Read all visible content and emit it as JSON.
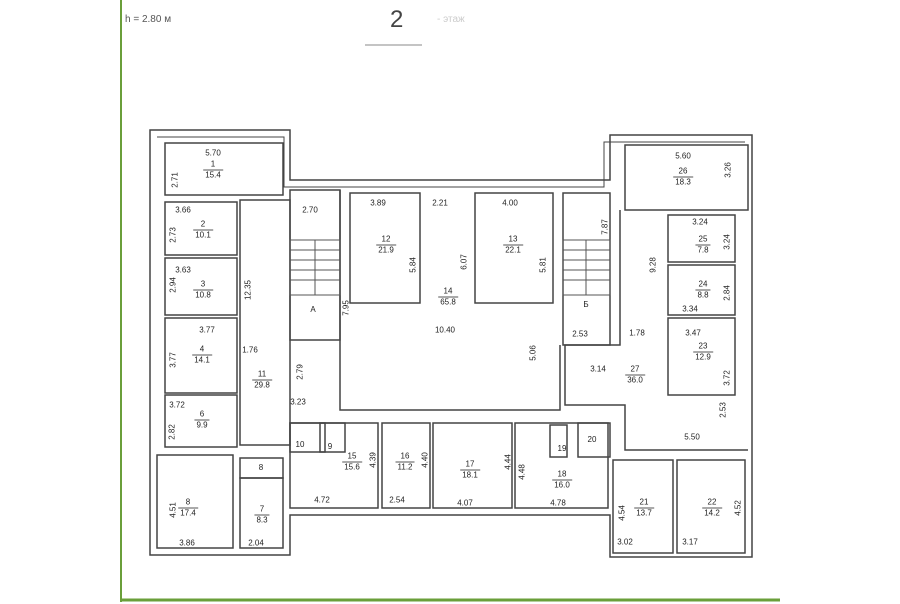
{
  "header": {
    "height_label": "h = 2.80 м",
    "floor_number": "2",
    "floor_word": "- этаж"
  },
  "rooms": [
    {
      "num": "1",
      "area": "15.4"
    },
    {
      "num": "2",
      "area": "10.1"
    },
    {
      "num": "3",
      "area": "10.8"
    },
    {
      "num": "4",
      "area": "14.1"
    },
    {
      "num": "6",
      "area": "9.9"
    },
    {
      "num": "11",
      "area": "29.8"
    },
    {
      "num": "8",
      "area": "17.4"
    },
    {
      "num": "7",
      "area": "8.3"
    },
    {
      "num": "8",
      "area": ""
    },
    {
      "num": "А",
      "area": ""
    },
    {
      "num": "12",
      "area": "21.9"
    },
    {
      "num": "13",
      "area": "22.1"
    },
    {
      "num": "14",
      "area": "65.8"
    },
    {
      "num": "Б",
      "area": ""
    },
    {
      "num": "10",
      "area": ""
    },
    {
      "num": "9",
      "area": ""
    },
    {
      "num": "15",
      "area": "15.6"
    },
    {
      "num": "16",
      "area": "11.2"
    },
    {
      "num": "17",
      "area": "18.1"
    },
    {
      "num": "18",
      "area": "16.0"
    },
    {
      "num": "19",
      "area": ""
    },
    {
      "num": "20",
      "area": ""
    },
    {
      "num": "26",
      "area": "18.3"
    },
    {
      "num": "25",
      "area": "7.8"
    },
    {
      "num": "24",
      "area": "8.8"
    },
    {
      "num": "23",
      "area": "12.9"
    },
    {
      "num": "27",
      "area": "36.0"
    },
    {
      "num": "21",
      "area": "13.7"
    },
    {
      "num": "22",
      "area": "14.2"
    }
  ],
  "dims": [
    "5.70",
    "2.71",
    "3.66",
    "2.73",
    "3.63",
    "2.94",
    "12.35",
    "3.77",
    "3.77",
    "1.76",
    "3.72",
    "2.82",
    "2.70",
    "7.95",
    "3.89",
    "5.84",
    "2.21",
    "6.07",
    "4.00",
    "5.81",
    "7.87",
    "10.40",
    "2.79",
    "3.23",
    "5.06",
    "2.53",
    "3.14",
    "1.78",
    "9.28",
    "5.60",
    "3.26",
    "3.24",
    "3.24",
    "2.84",
    "3.34",
    "3.47",
    "3.72",
    "2.53",
    "5.50",
    "4.39",
    "4.40",
    "4.44",
    "4.48",
    "4.72",
    "2.54",
    "4.07",
    "4.78",
    "4.51",
    "3.86",
    "2.04",
    "4.54",
    "3.02",
    "3.17",
    "4.52"
  ]
}
